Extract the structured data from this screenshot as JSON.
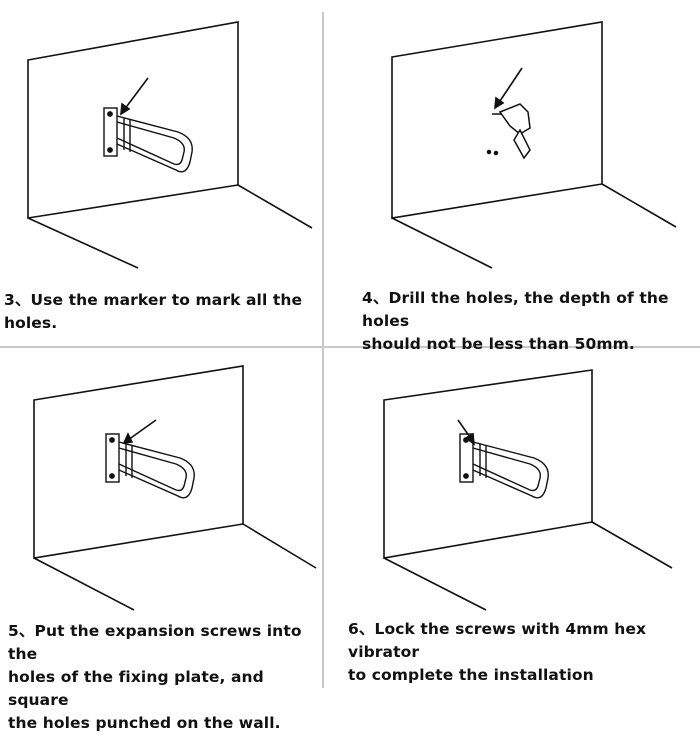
{
  "steps": [
    {
      "number": "3",
      "text": "3、Use the marker to mark all the holes."
    },
    {
      "number": "4",
      "text": "4、Drill the holes, the depth of the holes\nshould not be less than 50mm."
    },
    {
      "number": "5",
      "text": "5、Put the expansion screws into the\nholes of the fixing plate, and square\nthe holes punched on the wall."
    },
    {
      "number": "6",
      "text": "6、Lock the screws with 4mm hex vibrator\nto complete the installation"
    }
  ],
  "icons": [
    "grab-bar-icon",
    "drill-icon",
    "arrow-icon"
  ],
  "colors": {
    "line": "#111111",
    "divider": "#c8c8c8",
    "background": "#ffffff"
  }
}
